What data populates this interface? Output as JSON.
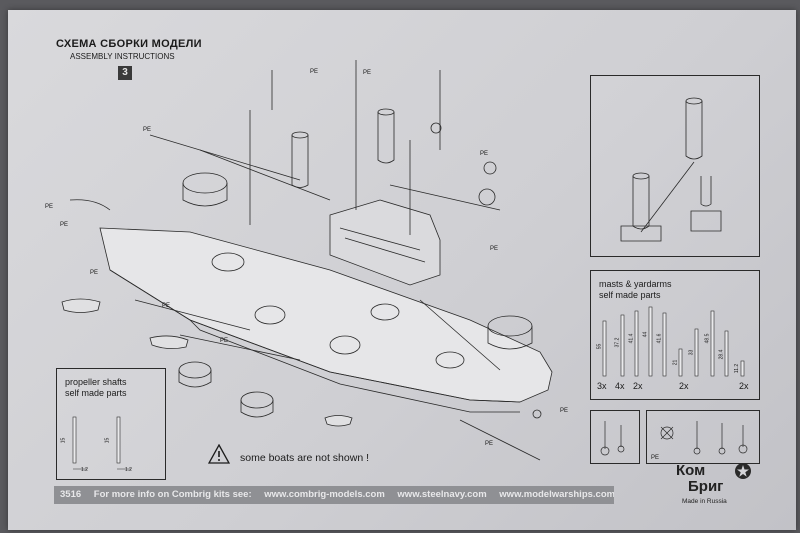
{
  "header": {
    "title_ru": "СХЕМА СБОРКИ МОДЕЛИ",
    "title_en": "ASSEMBLY INSTRUCTIONS",
    "step": "3"
  },
  "masts_box": {
    "title_line1": "masts & yardarms",
    "title_line2": "self made parts",
    "dims": [
      "55",
      "37.2",
      "41.4",
      "44",
      "41.6",
      "21",
      "33",
      "48.5",
      "28.4",
      "11.2"
    ],
    "counts": [
      "3x",
      "4x",
      "2x",
      "2x",
      "2x"
    ]
  },
  "propeller_box": {
    "title_line1": "propeller shafts",
    "title_line2": "self made parts",
    "dims": [
      "15",
      "1.2",
      "15",
      "1.2"
    ]
  },
  "part_labels": {
    "pe": "PE"
  },
  "note": {
    "text": "some boats are not shown !"
  },
  "footer": {
    "code": "3516",
    "info": "For more info on Combrig kits see:",
    "url1": "www.combrig-models.com",
    "url2": "www.steelnavy.com",
    "url3": "www.modelwarships.com"
  },
  "logo": {
    "line1": "Ком",
    "line2": "Бриг",
    "tagline": "Made in Russia"
  }
}
